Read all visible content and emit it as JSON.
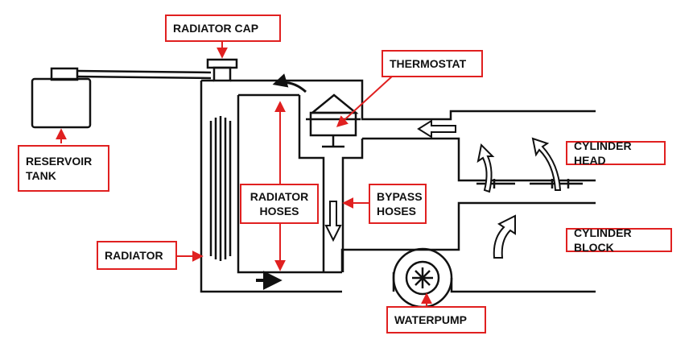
{
  "labels": {
    "radiator_cap": "RADIATOR CAP",
    "thermostat": "THERMOSTAT",
    "reservoir_tank": "RESERVOIR\nTANK",
    "cylinder_head": "CYLINDER HEAD",
    "radiator_hoses": "RADIATOR\nHOSES",
    "bypass_hoses": "BYPASS\nHOSES",
    "cylinder_block": "CYLINDER BLOCK",
    "radiator": "RADIATOR",
    "waterpump": "WATERPUMP"
  },
  "colors": {
    "label_border": "#e02020",
    "leader_line": "#e02020",
    "drawing_line": "#111111",
    "background": "#ffffff"
  }
}
